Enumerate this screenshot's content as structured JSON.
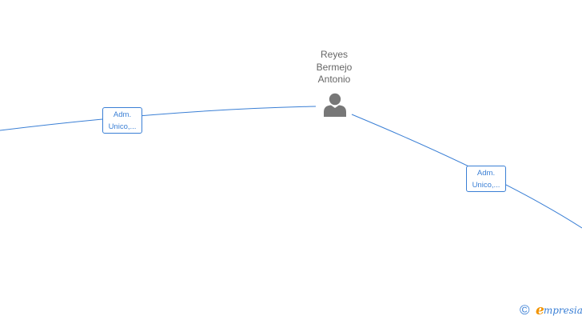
{
  "person": {
    "name_lines": [
      "Reyes",
      "Bermejo",
      "Antonio"
    ],
    "icon": "person-icon"
  },
  "roles": [
    {
      "line1": "Adm.",
      "line2": "Unico,..."
    },
    {
      "line1": "Adm.",
      "line2": "Unico,..."
    }
  ],
  "brand": {
    "copyright_symbol": "©",
    "logo_initial": "e",
    "logo_rest": "mpresia"
  },
  "colors": {
    "edge": "#3a7fd5",
    "node_text": "#666666",
    "person_icon": "#777777",
    "brand_orange": "#f29400",
    "brand_blue": "#3a7fd5"
  }
}
